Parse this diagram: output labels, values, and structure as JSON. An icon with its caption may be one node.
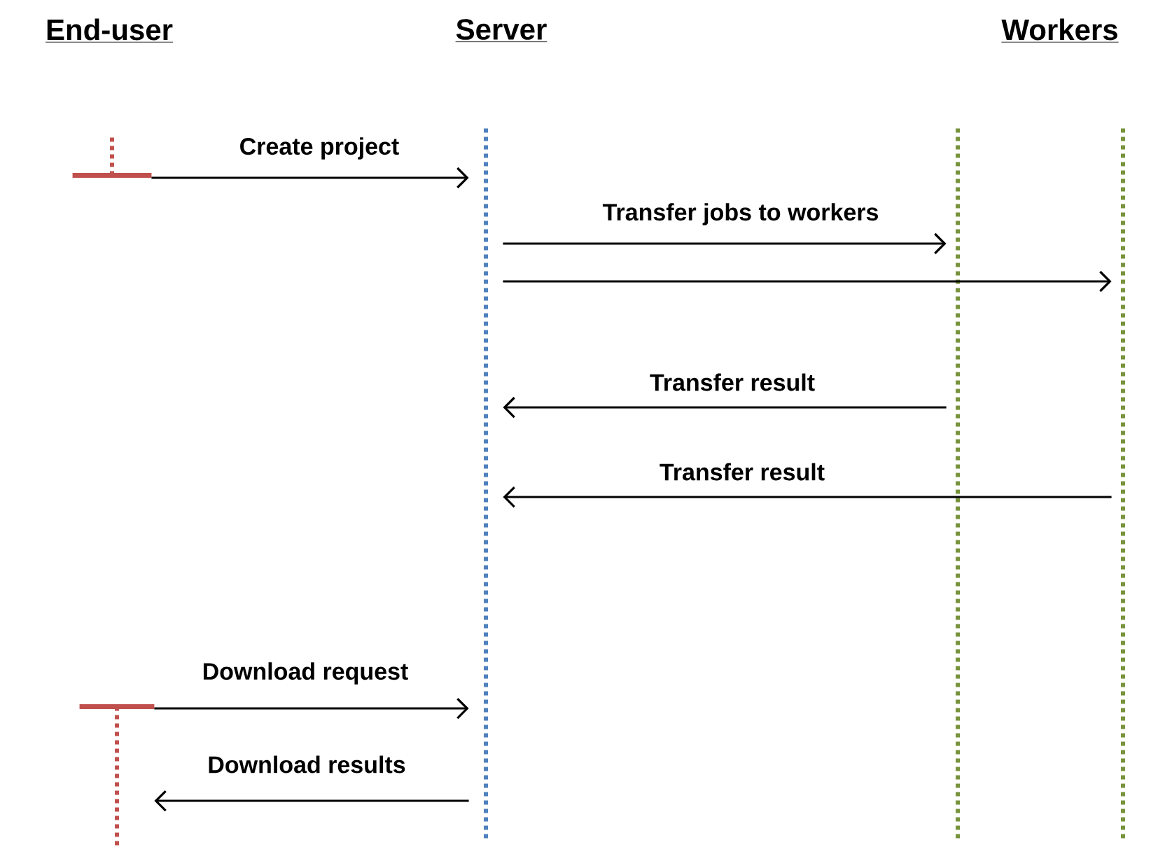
{
  "diagram": {
    "nodes": [
      {
        "text": [],
        "shape": "bar"
      },
      {
        "text": [],
        "shape": "line"
      },
      {
        "text": [],
        "shape": "line"
      },
      {
        "text": [],
        "shape": "line"
      },
      {
        "text": [],
        "shape": "bar"
      }
    ],
    "edges": [
      {
        "from": 0,
        "to": 1,
        "arrow": "to",
        "label": "Create project"
      },
      {
        "from": 1,
        "to": 2,
        "arrow": "to",
        "label": "Transfer jobs to workers"
      },
      {
        "from": 1,
        "to": 3,
        "arrow": "to"
      },
      {
        "from": 2,
        "to": 1,
        "arrow": "to",
        "label": "Transfer result"
      },
      {
        "from": 3,
        "to": 1,
        "arrow": "to",
        "label": "Transfer result"
      },
      {
        "from": 4,
        "to": 1,
        "arrow": "to",
        "label": "Download request"
      },
      {
        "from": 1,
        "to": 4,
        "arrow": "to",
        "label": "Download results"
      }
    ],
    "labels": [
      "End-user",
      "Server",
      "Workers"
    ]
  }
}
